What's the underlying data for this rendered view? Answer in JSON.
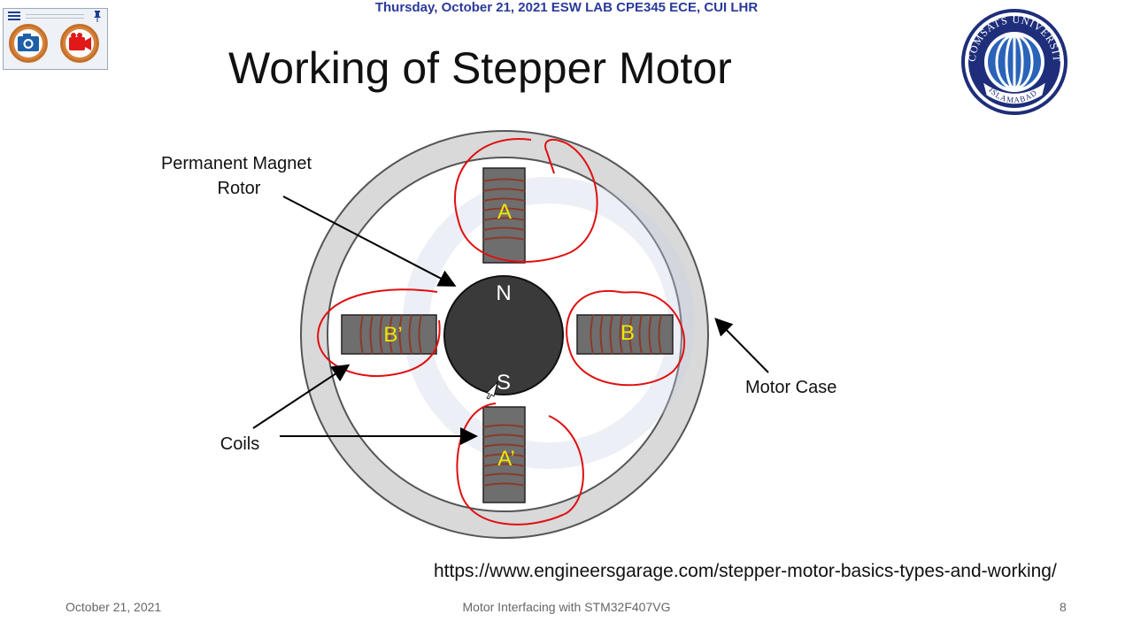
{
  "header": {
    "text": "Thursday, October 21, 2021  ESW LAB CPE345 ECE, CUI LHR"
  },
  "recorder": {
    "icons": [
      "menu-icon",
      "pin-icon",
      "camera-icon",
      "video-camera-icon"
    ]
  },
  "slide": {
    "title": "Working of Stepper Motor",
    "logo_text_top": "COMSATS UNIVERSITY",
    "logo_text_bottom": "ISLAMABAD",
    "url": "https://www.engineersgarage.com/stepper-motor-basics-types-and-working/"
  },
  "diagram": {
    "labels": {
      "rotor_line1": "Permanent Magnet",
      "rotor_line2": "Rotor",
      "coils": "Coils",
      "motor_case": "Motor Case",
      "north": "N",
      "south": "S"
    },
    "coils": [
      {
        "id": "A",
        "label": "A"
      },
      {
        "id": "B",
        "label": "B"
      },
      {
        "id": "A-prime",
        "label": "A’"
      },
      {
        "id": "B-prime",
        "label": "B’"
      }
    ],
    "colors": {
      "case": "#d9d9d9",
      "rotor": "#3a3a3a",
      "core": "#6e6e6e",
      "winding": "#8b3a2a",
      "coil_label": "#f2e500",
      "annotation": "#e01010"
    }
  },
  "footer": {
    "date": "October 21, 2021",
    "title": "Motor Interfacing with STM32F407VG",
    "page": "8"
  }
}
